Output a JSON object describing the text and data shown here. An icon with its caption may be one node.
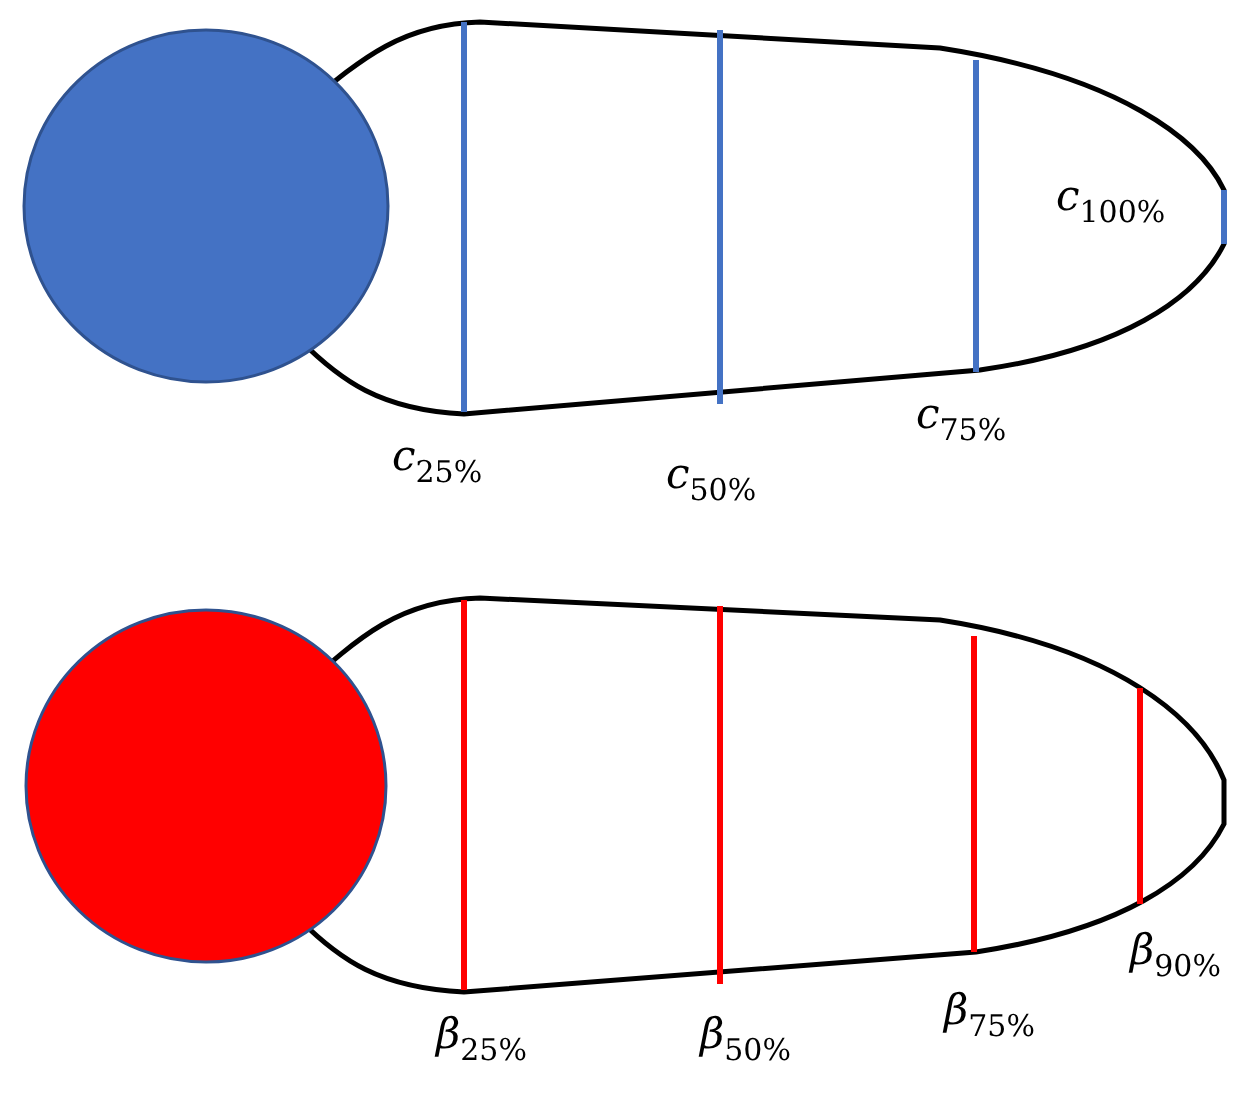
{
  "diagram": {
    "labels": [
      "*c*$_{25%}$",
      "*c*$_{50%}$",
      "*c*$_{75%}$",
      "*c*$_{100%}$",
      "*β*$_{25%}$",
      "*β*$_{50%}$",
      "*β*$_{75%}$",
      "*β*$_{90%}$"
    ]
  }
}
